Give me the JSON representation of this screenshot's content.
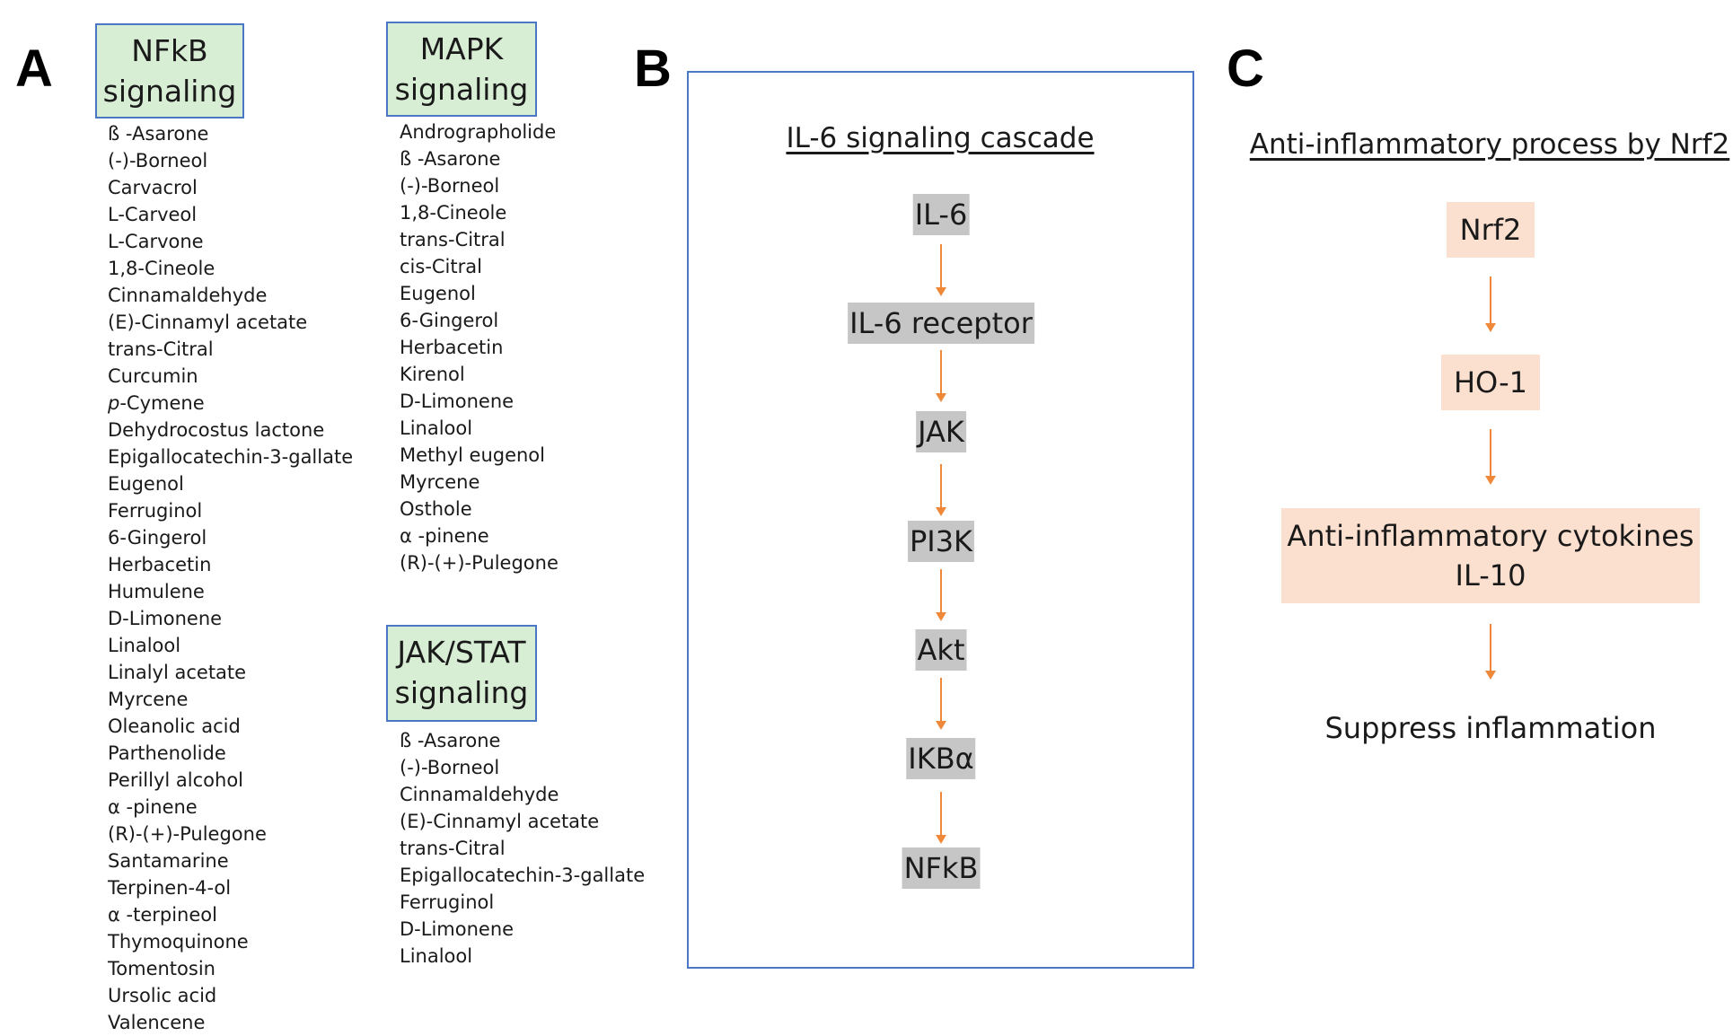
{
  "panel_a": {
    "letter": "A",
    "nfkb": {
      "header": [
        "NFkB",
        "signaling"
      ],
      "compounds": [
        "ß -Asarone",
        "(-)-Borneol",
        "Carvacrol",
        "L-Carveol",
        "L-Carvone",
        "1,8-Cineole",
        "Cinnamaldehyde",
        "(E)-Cinnamyl acetate",
        "trans-Citral",
        "Curcumin",
        "p-Cymene",
        "Dehydrocostus lactone",
        "Epigallocatechin-3-gallate",
        "Eugenol",
        "Ferruginol",
        "6-Gingerol",
        "Herbacetin",
        "Humulene",
        "D-Limonene",
        "Linalool",
        "Linalyl acetate",
        "Myrcene",
        "Oleanolic acid",
        "Parthenolide",
        "Perillyl alcohol",
        "α -pinene",
        "(R)-(+)-Pulegone",
        "Santamarine",
        "Terpinen-4-ol",
        "α -terpineol",
        "Thymoquinone",
        "Tomentosin",
        "Ursolic acid",
        "Valencene"
      ]
    },
    "mapk": {
      "header": [
        "MAPK",
        "signaling"
      ],
      "compounds": [
        "Andrographolide",
        "ß -Asarone",
        "(-)-Borneol",
        "1,8-Cineole",
        "trans-Citral",
        "cis-Citral",
        "Eugenol",
        "6-Gingerol",
        "Herbacetin",
        "Kirenol",
        "D-Limonene",
        "Linalool",
        "Methyl eugenol",
        "Myrcene",
        "Osthole",
        "α -pinene",
        "(R)-(+)-Pulegone"
      ]
    },
    "jakstat": {
      "header": [
        "JAK/STAT",
        "signaling"
      ],
      "compounds": [
        "ß -Asarone",
        "(-)-Borneol",
        "Cinnamaldehyde",
        "(E)-Cinnamyl acetate",
        "trans-Citral",
        "Epigallocatechin-3-gallate",
        "Ferruginol",
        "D-Limonene",
        "Linalool"
      ]
    }
  },
  "panel_b": {
    "letter": "B",
    "title": "IL-6 signaling cascade",
    "nodes": [
      "IL-6",
      "IL-6 receptor",
      "JAK",
      "PI3K",
      "Akt",
      "IKBα",
      "NFkB"
    ]
  },
  "panel_c": {
    "letter": "C",
    "title": "Anti-inflammatory process by Nrf2",
    "nodes": [
      "Nrf2",
      "HO-1",
      "Anti-inflammatory cytokines",
      "IL-10",
      "Suppress inflammation"
    ]
  },
  "colors": {
    "arrow": "#f0883a",
    "header_fill": "#d8eed4",
    "header_border": "#4a78c4",
    "grey_node": "#c6c6c6",
    "peach_node": "#fce0cf"
  }
}
